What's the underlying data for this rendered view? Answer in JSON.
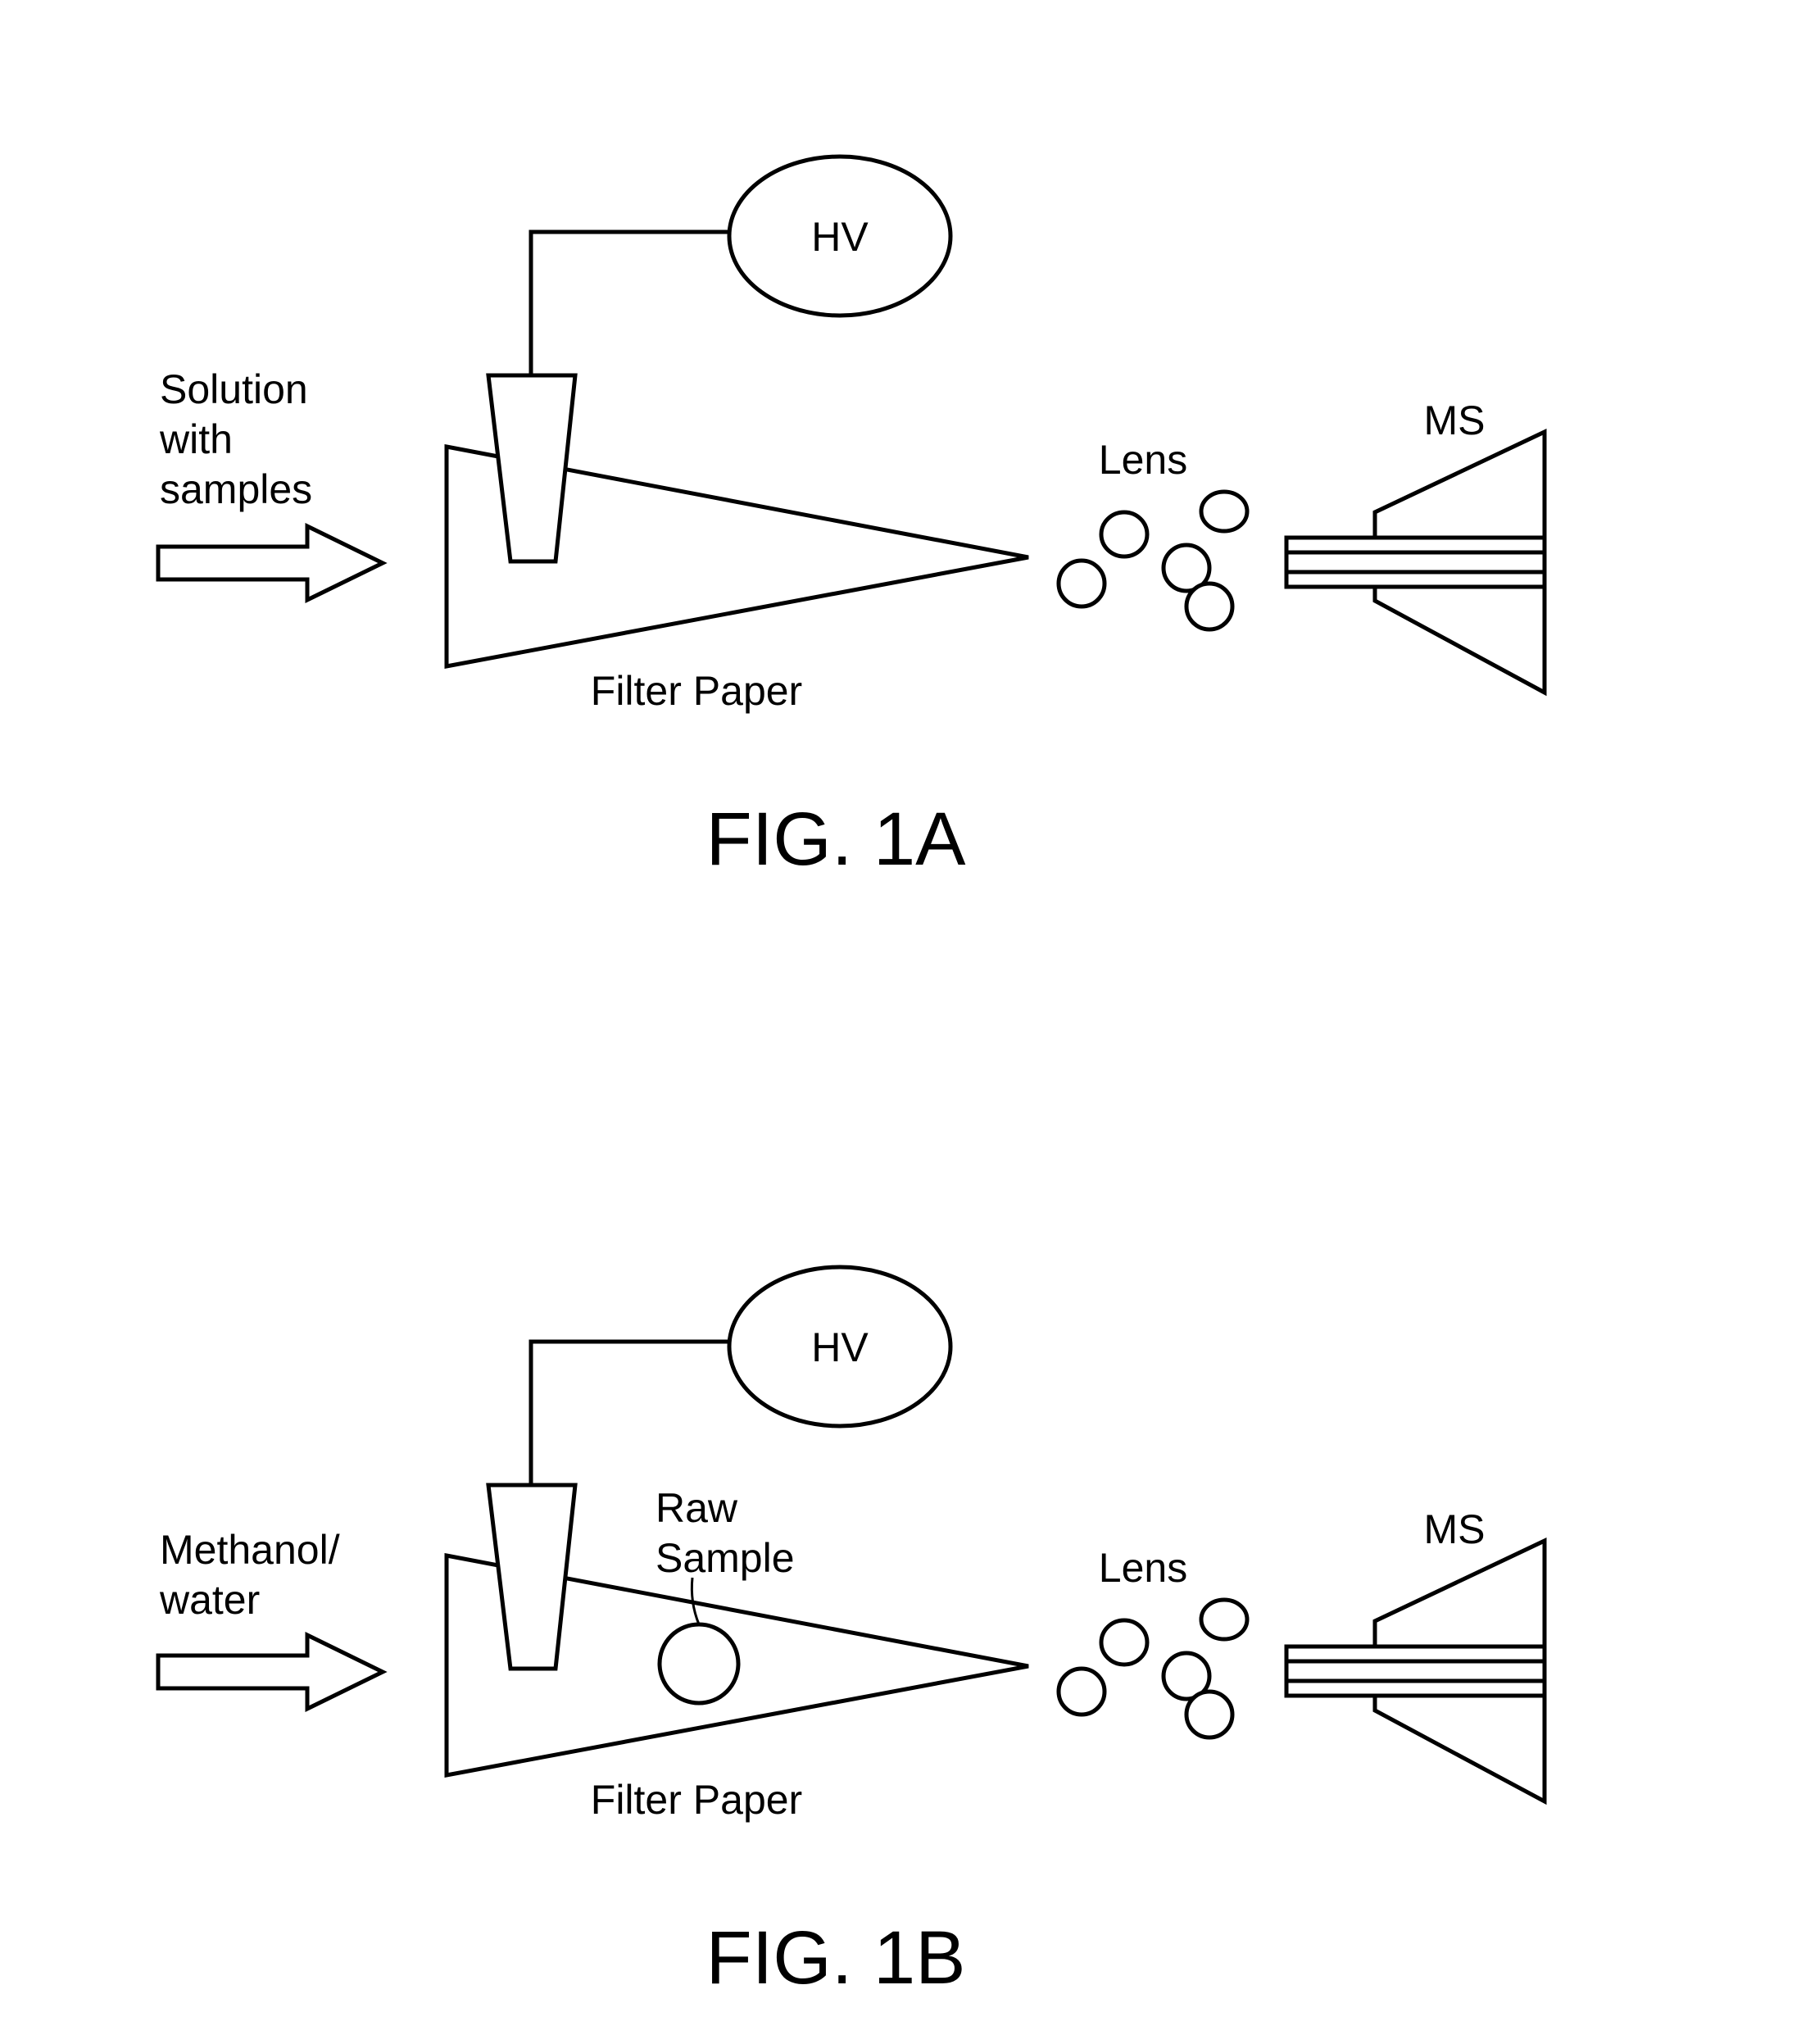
{
  "figures": [
    {
      "fig_label": "FIG. 1A",
      "hv_label": "HV",
      "input_label_lines": [
        "Solution",
        "with",
        "samples"
      ],
      "paper_label": "Filter Paper",
      "lens_label": "Lens",
      "ms_label": "MS",
      "sample_label_lines": []
    },
    {
      "fig_label": "FIG. 1B",
      "hv_label": "HV",
      "input_label_lines": [
        "Methanol/",
        "water"
      ],
      "paper_label": "Filter Paper",
      "lens_label": "Lens",
      "ms_label": "MS",
      "sample_label_lines": [
        "Raw",
        "Sample"
      ]
    }
  ]
}
